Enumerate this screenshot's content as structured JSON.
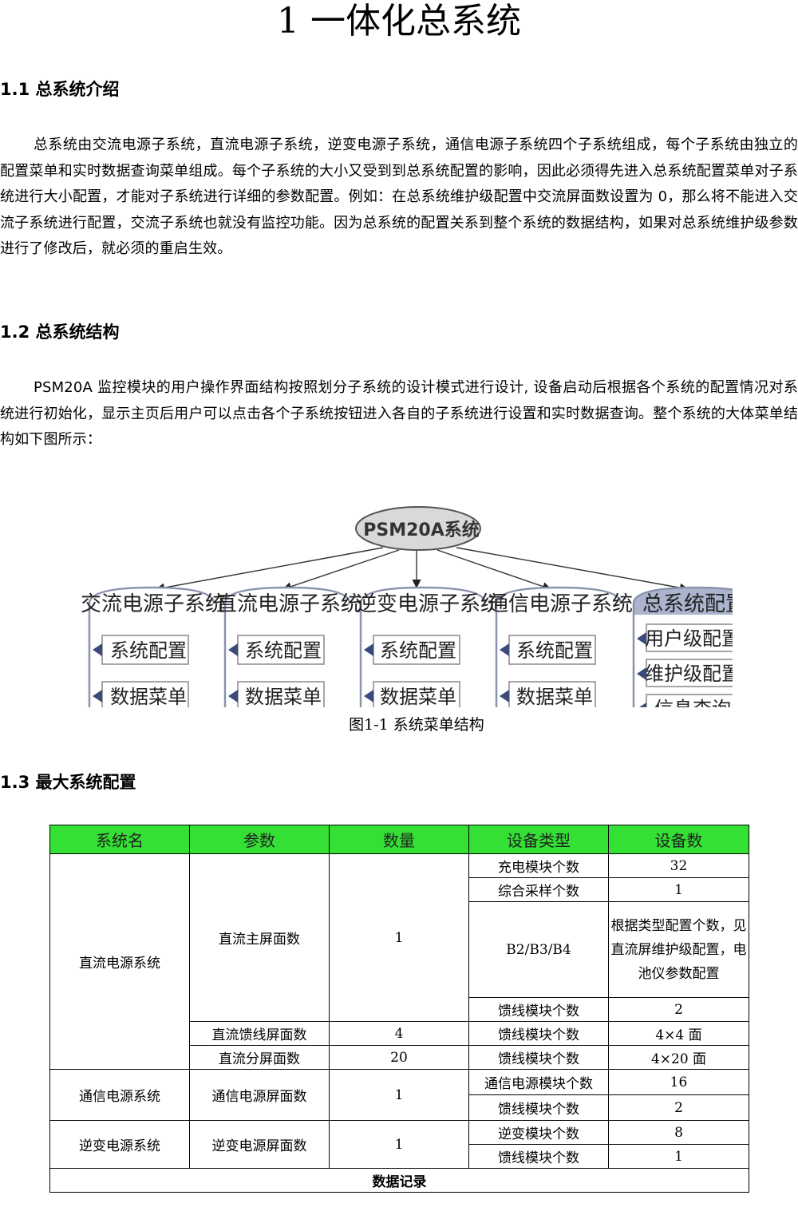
{
  "doc": {
    "title": "1 一体化总系统",
    "sections": [
      {
        "heading": "1.1 总系统介绍",
        "paragraph": "总系统由交流电源子系统，直流电源子系统，逆变电源子系统，通信电源子系统四个子系统组成，每个子系统由独立的配置菜单和实时数据查询菜单组成。每个子系统的大小又受到到总系统配置的影响，因此必须得先进入总系统配置菜单对子系统进行大小配置，才能对子系统进行详细的参数配置。例如：在总系统维护级配置中交流屏面数设置为 0，那么将不能进入交流子系统进行配置，交流子系统也就没有监控功能。因为总系统的配置关系到整个系统的数据结构，如果对总系统维护级参数进行了修改后，就必须的重启生效。"
      },
      {
        "heading": "1.2 总系统结构",
        "paragraph": "PSM20A 监控模块的用户操作界面结构按照划分子系统的设计模式进行设计, 设备启动后根据各个系统的配置情况对系统进行初始化，显示主页后用户可以点击各个子系统按钮进入各自的子系统进行设置和实时数据查询。整个系统的大体菜单结构如下图所示："
      },
      {
        "heading": "1.3 最大系统配置"
      }
    ]
  },
  "diagram": {
    "root": "PSM20A系统",
    "subsystems": [
      {
        "name": "交流电源子系统",
        "items": [
          "系统配置",
          "数据菜单"
        ]
      },
      {
        "name": "直流电源子系统",
        "items": [
          "系统配置",
          "数据菜单"
        ]
      },
      {
        "name": "逆变电源子系统",
        "items": [
          "系统配置",
          "数据菜单"
        ]
      },
      {
        "name": "通信电源子系统",
        "items": [
          "系统配置",
          "数据菜单"
        ]
      },
      {
        "name": "总系统配置",
        "items": [
          "用户级配置",
          "维护级配置",
          "信息查询"
        ]
      }
    ],
    "caption": "图1-1  系统菜单结构",
    "colors": {
      "root_fill": "#d9d9d9",
      "last_header_fill": "#aab4cc",
      "arrow": "#3b4a7a"
    }
  },
  "table": {
    "headers": [
      "系统名",
      "参数",
      "数量",
      "设备类型",
      "设备数"
    ],
    "header_color": "#33e033",
    "dc": {
      "system": "直流电源系统",
      "main_param": "直流主屏面数",
      "main_qty": "1",
      "main_rows": [
        {
          "type": "充电模块个数",
          "count": "32"
        },
        {
          "type": "综合采样个数",
          "count": "1"
        },
        {
          "type": "B2/B3/B4",
          "count": "根据类型配置个数，见直流屏维护级配置，电池仪参数配置"
        },
        {
          "type": "馈线模块个数",
          "count": "2"
        }
      ],
      "feeder_param": "直流馈线屏面数",
      "feeder_qty": "4",
      "feeder_type": "馈线模块个数",
      "feeder_count": "4×4 面",
      "branch_param": "直流分屏面数",
      "branch_qty": "20",
      "branch_type": "馈线模块个数",
      "branch_count": "4×20 面"
    },
    "comm": {
      "system": "通信电源系统",
      "param": "通信电源屏面数",
      "qty": "1",
      "rows": [
        {
          "type": "通信电源模块个数",
          "count": "16"
        },
        {
          "type": "馈线模块个数",
          "count": "2"
        }
      ]
    },
    "inv": {
      "system": "逆变电源系统",
      "param": "逆变电源屏面数",
      "qty": "1",
      "rows": [
        {
          "type": "逆变模块个数",
          "count": "8"
        },
        {
          "type": "馈线模块个数",
          "count": "1"
        }
      ]
    },
    "footer": "数据记录"
  }
}
